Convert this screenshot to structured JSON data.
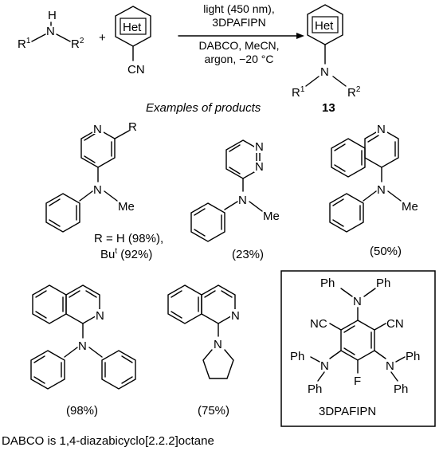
{
  "scheme": {
    "reagent_amine": {
      "r1": "R",
      "r1_sup": "1",
      "n": "N",
      "h": "H",
      "r2": "R",
      "r2_sup": "2"
    },
    "plus": "+",
    "het_ring_label": "Het",
    "nitrile_label": "CN",
    "conditions": [
      "light (450 nm),",
      "3DPAFIPN",
      "DABCO, MeCN,",
      "argon,  −20 °C"
    ],
    "product": {
      "het": "Het",
      "n": "N",
      "r1": "R",
      "r1_sup": "1",
      "r2": "R",
      "r2_sup": "2",
      "number": "13"
    },
    "examples_heading": "Examples of products"
  },
  "examples": {
    "pyridine": {
      "r_top": "R",
      "n_ring": "N",
      "n_amine": "N",
      "me": "Me",
      "yield_line1": "R  =  H (98%),",
      "yield_line2_pre": "Bu",
      "yield_line2_sup": "t",
      "yield_line2_post": "  (92%)"
    },
    "pyridazine": {
      "n1": "N",
      "n2": "N",
      "n_amine": "N",
      "me": "Me",
      "yield": "(23%)"
    },
    "quinoline": {
      "n_ring": "N",
      "n_amine": "N",
      "me": "Me",
      "yield": "(50%)"
    },
    "isoquinoline_diphenyl": {
      "n_ring": "N",
      "n_amine": "N",
      "yield": "(98%)"
    },
    "isoquinoline_pyrrolidine": {
      "n_ring": "N",
      "n_amine": "N",
      "yield": "(75%)"
    }
  },
  "catalyst_box": {
    "ph": "Ph",
    "n": "N",
    "nc": "NC",
    "cn": "CN",
    "f": "F",
    "name": "3DPAFIPN"
  },
  "footnote": "DABCO is 1,4-diazabicyclo[2.2.2]octane"
}
